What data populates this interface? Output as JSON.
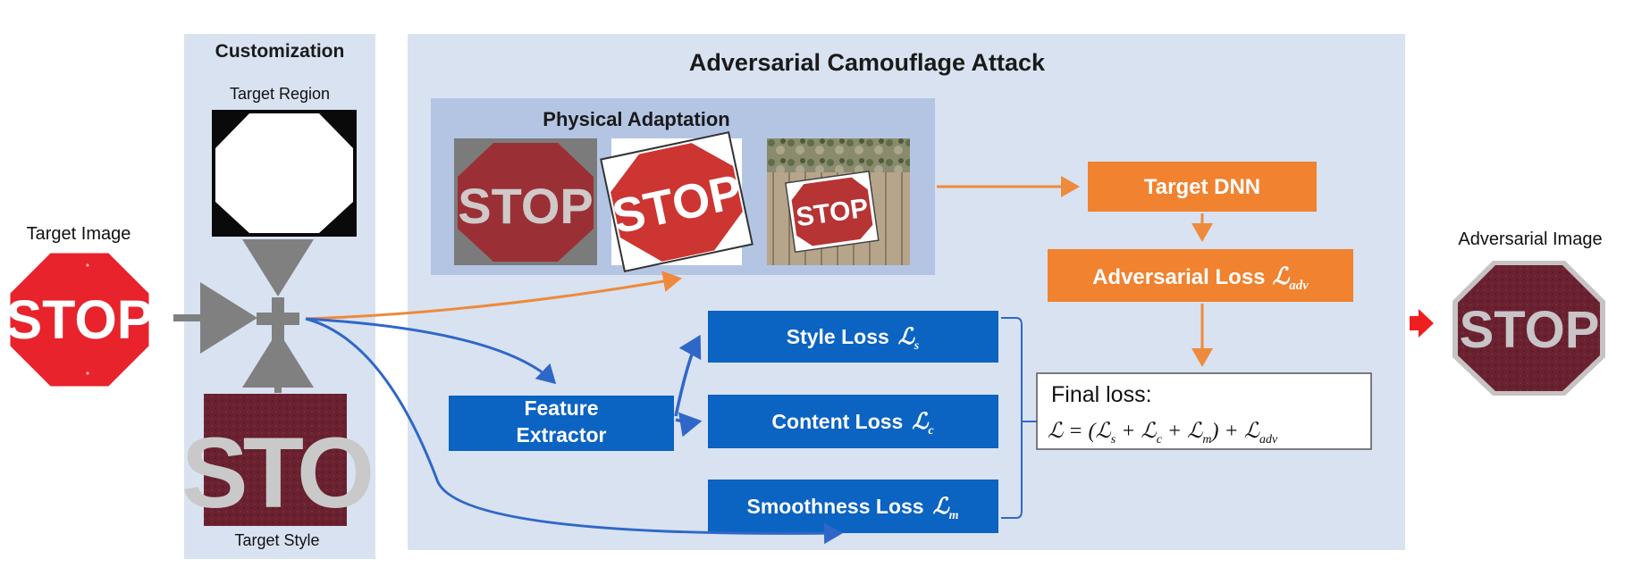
{
  "colors": {
    "panel": "#d9e2f1",
    "physical_panel": "#b4c5e4",
    "blue_box": "#0b63c2",
    "orange_box": "#f1822f",
    "orange_arrow": "#ee8a3b",
    "blue_arrow": "#2f67c9",
    "grey_arrow": "#808080",
    "stop_red": "#e8232c",
    "adv_red": "#7a2330",
    "red_marker": "#f01f1f"
  },
  "labels": {
    "target_image": "Target Image",
    "customization": "Customization",
    "target_region": "Target Region",
    "target_style": "Target Style",
    "attack_title": "Adversarial Camouflage Attack",
    "physical_adaptation": "Physical Adaptation",
    "adversarial_image": "Adversarial Image",
    "stop": "STOP",
    "style_word": "STO"
  },
  "boxes": {
    "target_dnn": "Target DNN",
    "adv_loss_label": "Adversarial Loss",
    "adv_loss_symbol": "ℒ",
    "adv_loss_sub": "adv",
    "feature_extractor_l1": "Feature",
    "feature_extractor_l2": "Extractor",
    "style_loss_label": "Style Loss",
    "style_loss_symbol": "ℒ",
    "style_loss_sub": "s",
    "content_loss_label": "Content Loss",
    "content_loss_symbol": "ℒ",
    "content_loss_sub": "c",
    "smooth_loss_label": "Smoothness Loss",
    "smooth_loss_symbol": "ℒ",
    "smooth_loss_sub": "m"
  },
  "final_loss": {
    "title": "Final loss:",
    "formula_a": "ℒ = (ℒ",
    "sub_s": "s",
    "plus1": " + ℒ",
    "sub_c": "c",
    "plus2": " + ℒ",
    "sub_m": "m",
    "close": ") + ℒ",
    "sub_adv": "adv"
  }
}
